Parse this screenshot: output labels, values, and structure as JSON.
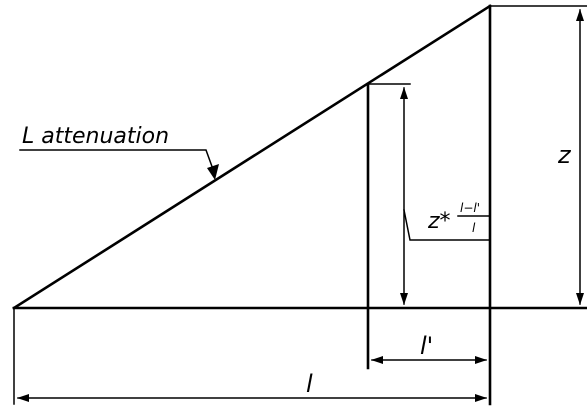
{
  "labels": {
    "attenuation": "L attenuation",
    "height": "z",
    "reduced_height_base": "z*",
    "reduced_height_fraction_numerator": "l−l'",
    "reduced_height_fraction_denominator": "l",
    "partial_length": "l'",
    "total_length": "l"
  }
}
